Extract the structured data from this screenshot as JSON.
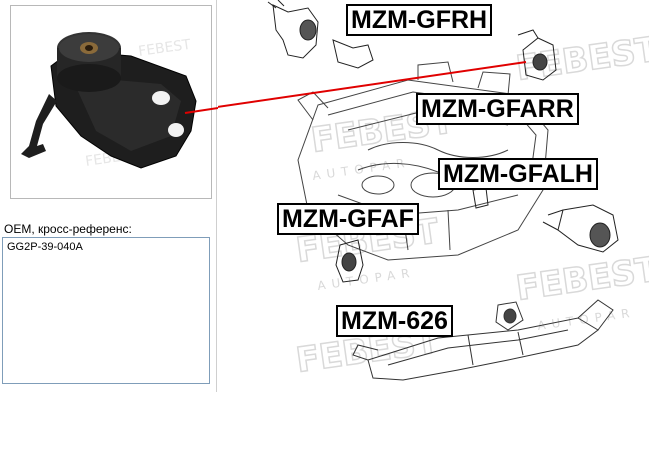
{
  "oem": {
    "label": "OEM, кросс-референс:",
    "values": [
      "GG2P-39-040A"
    ]
  },
  "watermark": {
    "brand": "FEBEST",
    "sub": "AUTOPAR"
  },
  "parts": [
    {
      "code": "MZM-GFRH"
    },
    {
      "code": "MZM-GFARR"
    },
    {
      "code": "MZM-GFALH"
    },
    {
      "code": "MZM-GFAF"
    },
    {
      "code": "MZM-626"
    }
  ],
  "colors": {
    "pointer": "#e00000",
    "outline": "#222222",
    "watermark": "#d6d6d6"
  },
  "icons": [
    "engine-mount-photo-icon",
    "engine-diagram-icon",
    "subframe-icon"
  ]
}
